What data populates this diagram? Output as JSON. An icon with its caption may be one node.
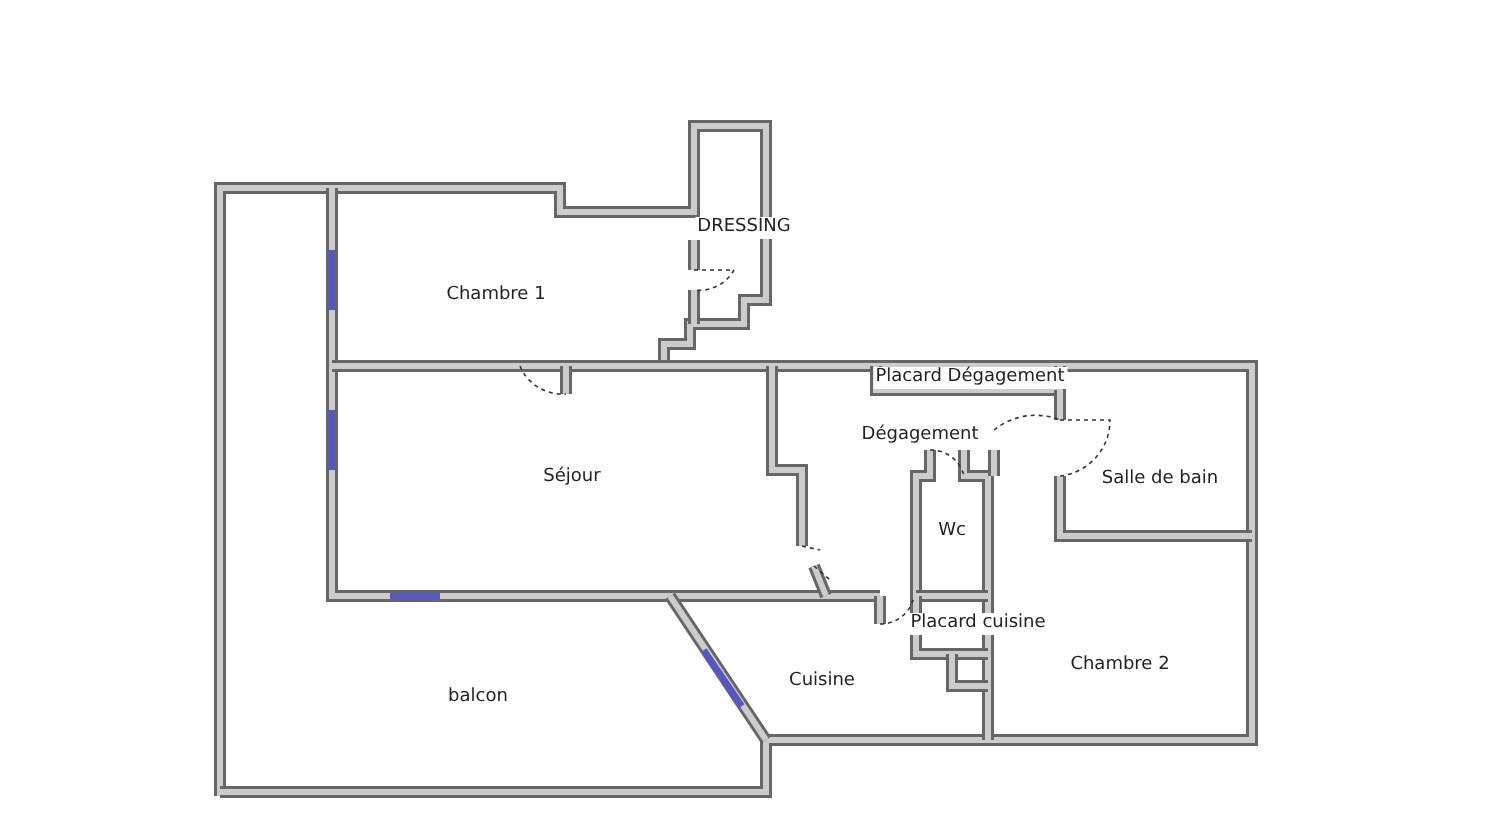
{
  "diagram": {
    "labels": [
      "DRESSING",
      "Chambre 1",
      "Placard Dégagement",
      "Séjour",
      "Dégagement",
      "Salle de bain",
      "Wc",
      "Placard cuisine",
      "Chambre 2",
      "Cuisine",
      "balcon"
    ]
  }
}
